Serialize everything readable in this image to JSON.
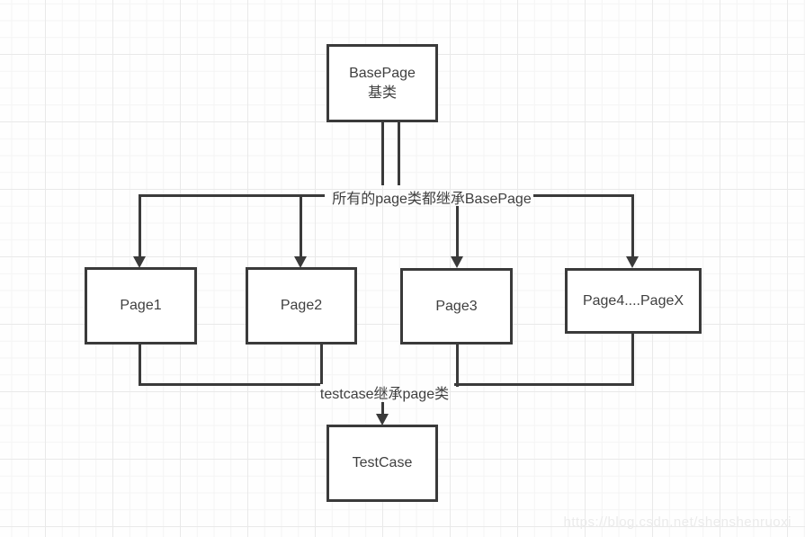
{
  "diagram": {
    "nodes": {
      "basepage": {
        "line1": "BasePage",
        "line2": "基类"
      },
      "page1": {
        "label": "Page1"
      },
      "page2": {
        "label": "Page2"
      },
      "page3": {
        "label": "Page3"
      },
      "page4": {
        "label": "Page4....PageX"
      },
      "testcase": {
        "label": "TestCase"
      }
    },
    "edge_labels": {
      "top": "所有的page类都继承BasePage",
      "bottom": "testcase继承page类"
    }
  },
  "watermark": "https://blog.csdn.net/shenshenruoxi",
  "colors": {
    "line": "#3a3a3a",
    "text": "#3f3f3f",
    "grid_minor": "#f4f4f4",
    "grid_major": "#e9e9e9",
    "watermark_text": "#ebebeb",
    "node_fill": "#ffffff"
  }
}
